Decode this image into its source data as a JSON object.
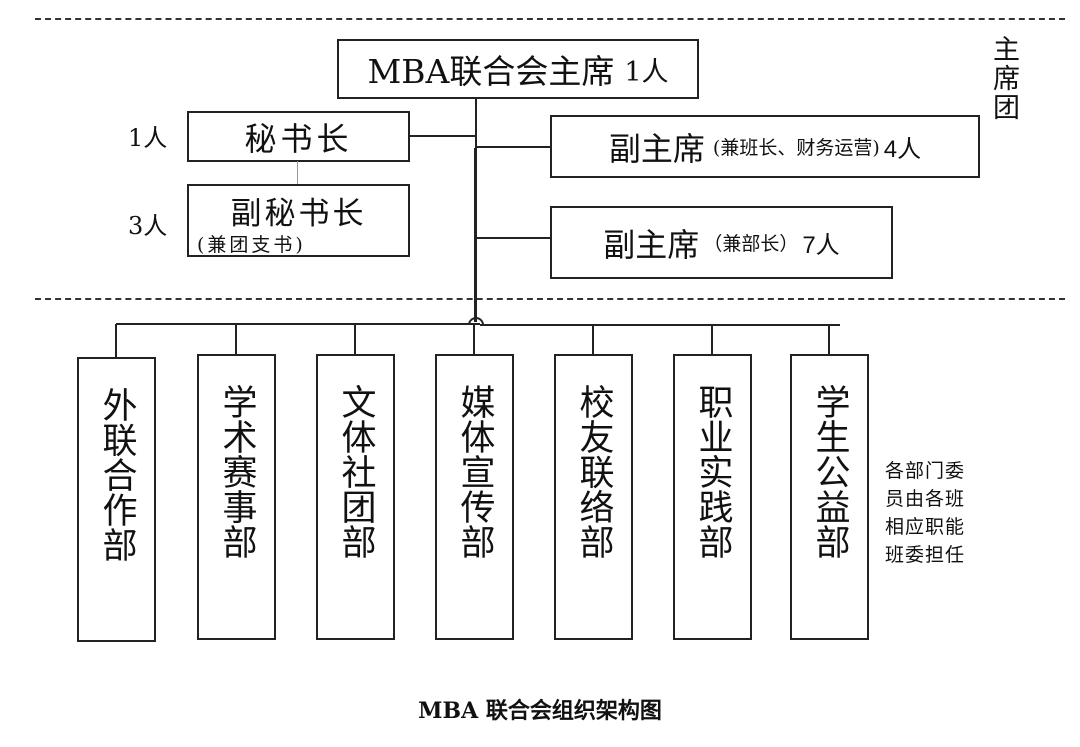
{
  "title": "MBA 联合会组织架构图",
  "presidium_label": "主席团",
  "chairman": {
    "title": "MBA联合会主席",
    "count": "1人"
  },
  "secretary_general": {
    "title": "秘书长",
    "count": "1人"
  },
  "deputy_secretary_general": {
    "title": "副秘书长",
    "note": "(兼团支书)",
    "count": "3人"
  },
  "vice_chair_class": {
    "title": "副主席",
    "note": "(兼班长、财务运营)",
    "count": "4人"
  },
  "vice_chair_dept": {
    "title": "副主席",
    "note": "（兼部长）",
    "count": "7人"
  },
  "departments": [
    {
      "name": "外联合作部"
    },
    {
      "name": "学术赛事部"
    },
    {
      "name": "文体社团部"
    },
    {
      "name": "媒体宣传部"
    },
    {
      "name": "校友联络部"
    },
    {
      "name": "职业实践部"
    },
    {
      "name": "学生公益部"
    }
  ],
  "department_note": [
    "各部门委",
    "员由各班",
    "相应职能",
    "班委担任"
  ]
}
